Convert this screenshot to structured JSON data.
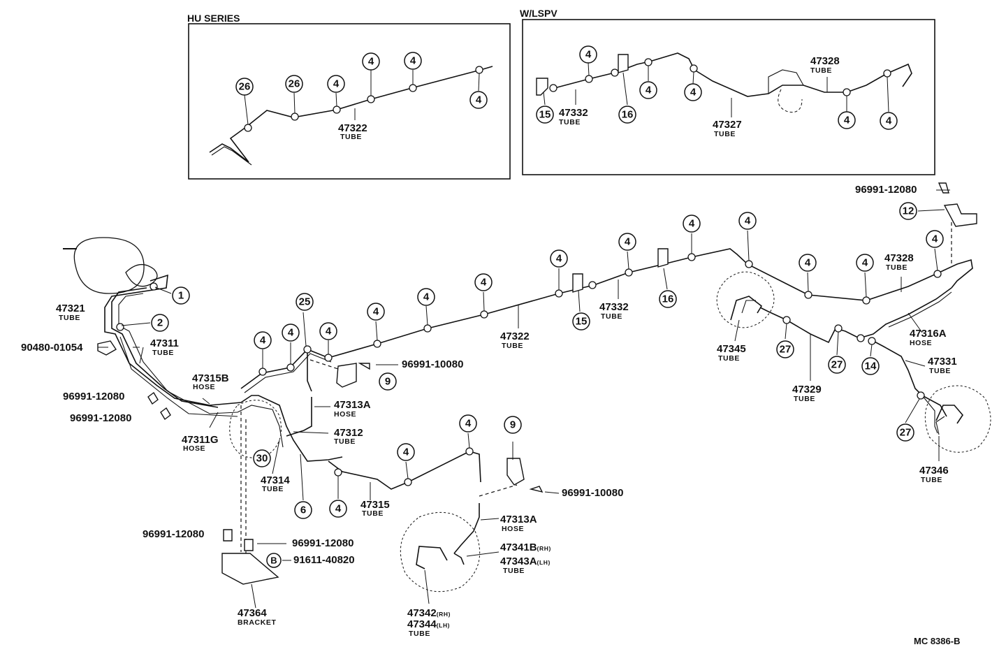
{
  "insets": {
    "hu_series": "HU SERIES",
    "w_lspv": "W/LSPV"
  },
  "callouts": [
    "1",
    "2",
    "4",
    "6",
    "9",
    "12",
    "14",
    "15",
    "16",
    "25",
    "26",
    "27",
    "30",
    "B"
  ],
  "parts": {
    "p47321": "47321",
    "p47311": "47311",
    "p90480": "90480-01054",
    "p96991_12080": "96991-12080",
    "p96991_10080": "96991-10080",
    "p47315B": "47315B",
    "p47311G": "47311G",
    "p47313A": "47313A",
    "p47312": "47312",
    "p47314": "47314",
    "p47315": "47315",
    "p47322": "47322",
    "p47332": "47332",
    "p47328": "47328",
    "p47316A": "47316A",
    "p47331": "47331",
    "p47345": "47345",
    "p47329": "47329",
    "p47346": "47346",
    "p47327": "47327",
    "p47341B": "47341B",
    "p47343A": "47343A",
    "p47342": "47342",
    "p47344": "47344",
    "p47364": "47364",
    "p91611": "91611-40820",
    "rh": "(RH)",
    "lh": "(LH)"
  },
  "kinds": {
    "tube": "TUBE",
    "hose": "HOSE",
    "bracket": "BRACKET"
  },
  "footer": {
    "code": "MC 8386-B"
  }
}
